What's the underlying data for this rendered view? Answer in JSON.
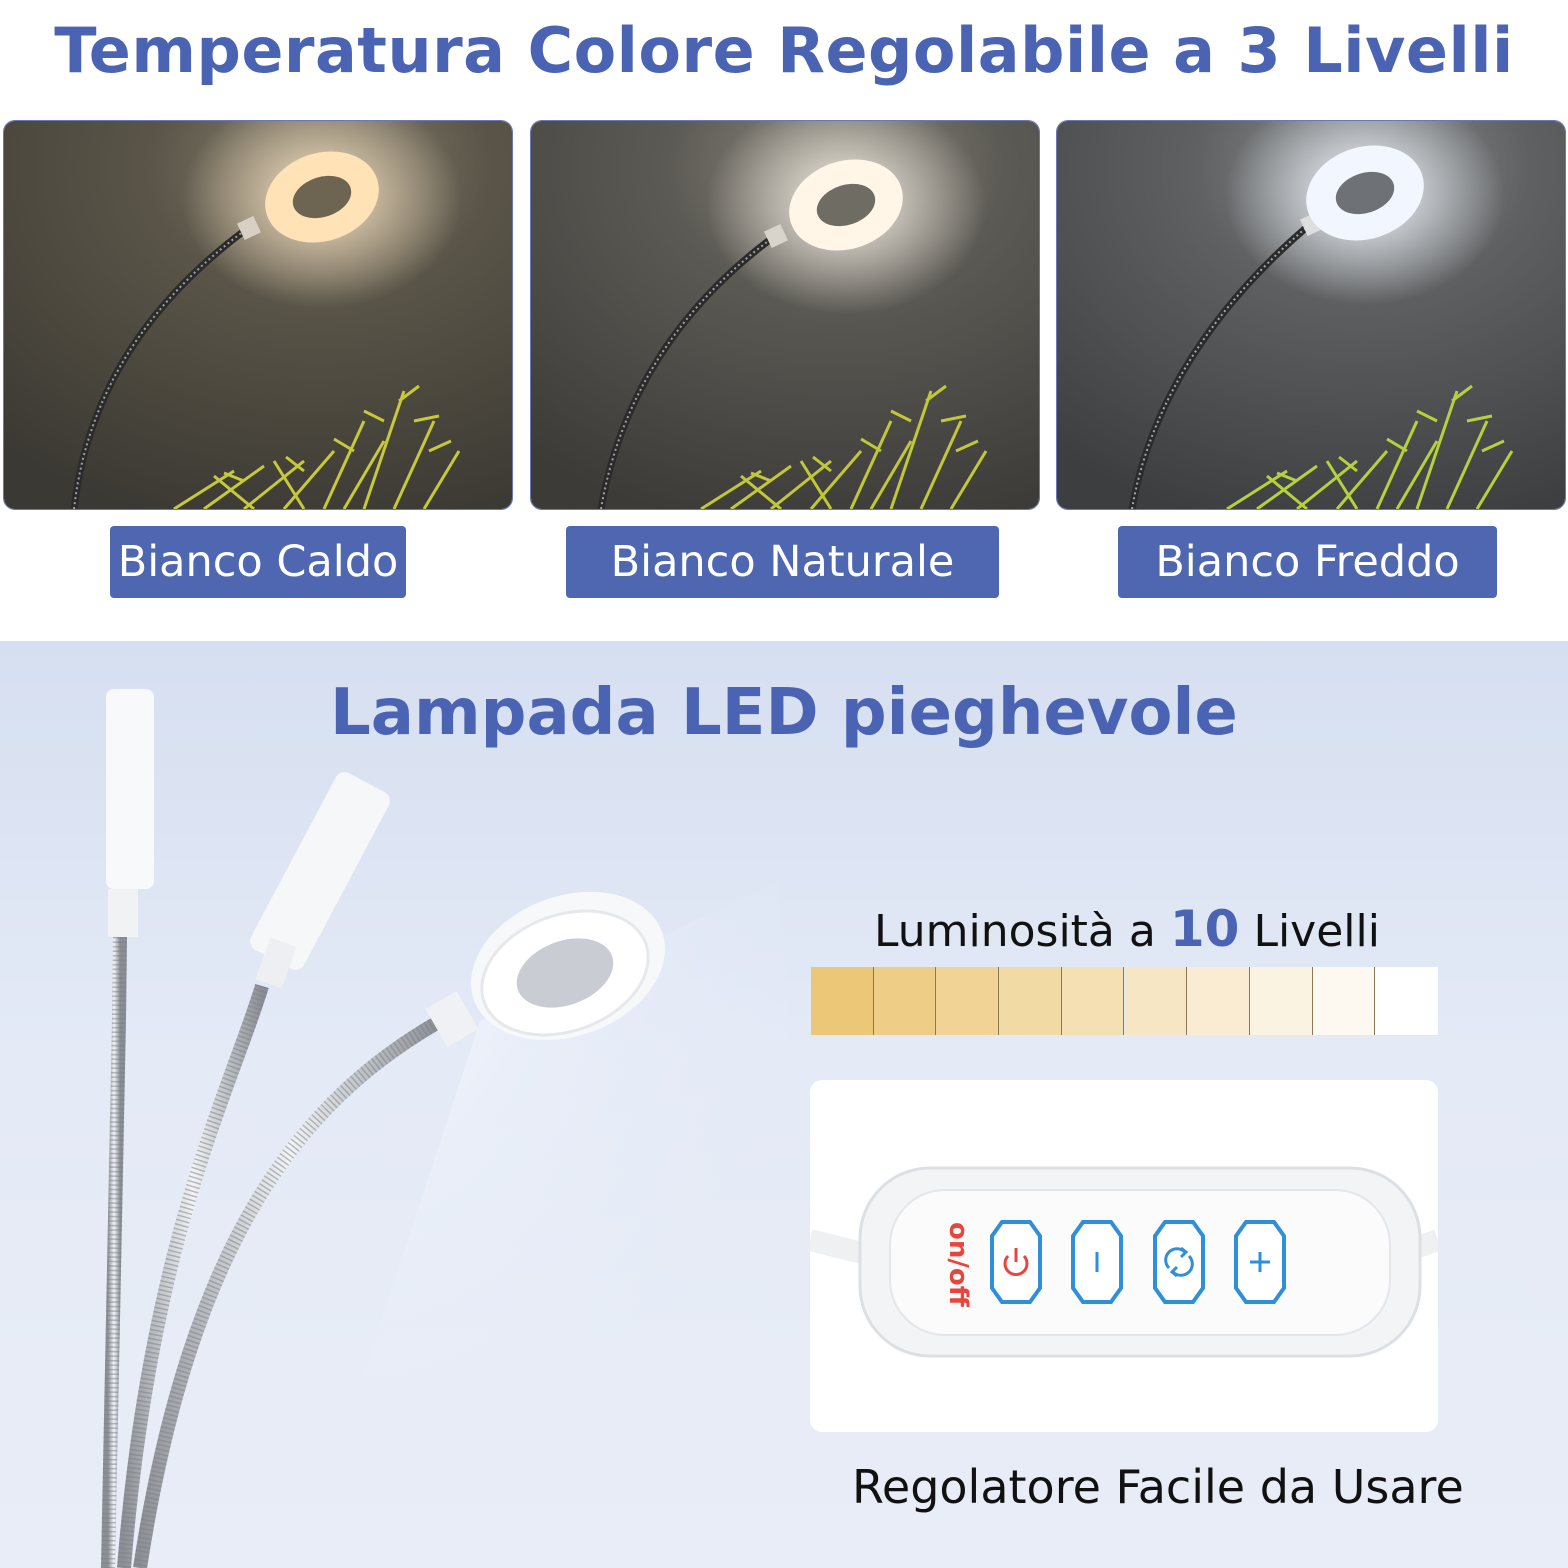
{
  "header": {
    "title": "Temperatura Colore Regolabile a 3 Livelli"
  },
  "photos": [
    {
      "label": "Bianco Caldo"
    },
    {
      "label": "Bianco Naturale"
    },
    {
      "label": "Bianco Freddo"
    }
  ],
  "lower": {
    "title": "Lampada LED pieghevole",
    "brightness": {
      "prefix": "Luminosità a",
      "number": "10",
      "suffix": "Livelli",
      "levels": 10
    },
    "controller": {
      "power_label": "on/off",
      "button_icons": [
        "power-icon",
        "minus-icon",
        "cycle-icon",
        "plus-icon"
      ]
    },
    "caption": "Regolatore Facile da Usare"
  },
  "colors": {
    "accent": "#4a64b3",
    "label_bg": "#4e67b0",
    "warm_light": "#ffe2b6",
    "natural_light": "#fff6e8",
    "cool_light": "#f2f7ff",
    "button_blue": "#2f8fd8",
    "power_red": "#e8463c",
    "bar_warm": "#ecc777"
  }
}
